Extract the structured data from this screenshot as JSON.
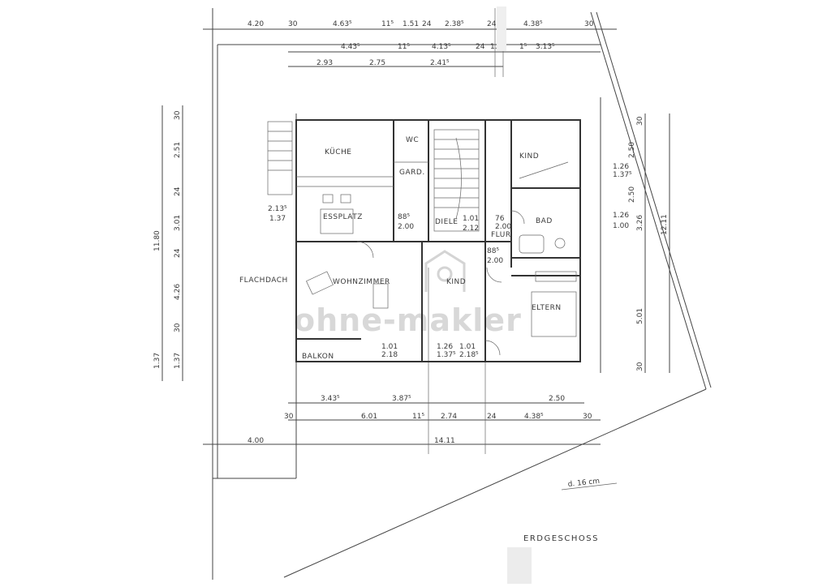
{
  "plan": {
    "title": "ERDGESCHOSS",
    "note": "d. 16 cm",
    "watermark": "ohne-makler"
  },
  "rooms": {
    "kueche": "KÜCHE",
    "essplatz": "ESSPLATZ",
    "wc": "WC",
    "gard": "GARD.",
    "diele": "DIELE",
    "flur": "FLUR",
    "kind1": "KIND",
    "bad": "BAD",
    "wohnzimmer": "WOHNZIMMER",
    "kind2": "KIND",
    "eltern": "ELTERN",
    "balkon": "BALKON",
    "flachdach": "FLACHDACH"
  },
  "dims_top1": [
    "4.20",
    "30",
    "4.63⁵",
    "11⁵",
    "1.51",
    "24",
    "2.38⁵",
    "24",
    "4.38⁵",
    "30"
  ],
  "dims_top2": [
    "4.43⁵",
    "11⁵",
    "4.13⁵",
    "24",
    "1.13",
    "1⁵",
    "3.13⁵"
  ],
  "dims_top3": [
    "2.93",
    "2.75",
    "2.41⁵"
  ],
  "dims_bottom1": [
    "3.43⁵",
    "3.87⁵",
    "2.50"
  ],
  "dims_bottom2": [
    "30",
    "6.01",
    "11⁵",
    "2.74",
    "24",
    "4.38⁵",
    "30"
  ],
  "dims_bottom3": [
    "4.00",
    "14.11"
  ],
  "dims_left": [
    "1.37",
    "11.80",
    "1.37",
    "30",
    "4.26",
    "24",
    "3.01",
    "24",
    "2.51",
    "30"
  ],
  "dims_right": [
    "30",
    "2.50",
    "3.26",
    "2.50",
    "12.11",
    "5.01",
    "30"
  ],
  "inner_labels": [
    "2.13⁵",
    "1.37",
    "1.26",
    "1.37⁵",
    "1.26",
    "1.00",
    "1.01",
    "2.12",
    "88⁵",
    "2.00",
    "88⁵",
    "2.00",
    "1.01",
    "2.18",
    "1.26",
    "1.37⁵",
    "1.01",
    "2.18⁵",
    "76",
    "2.00"
  ]
}
